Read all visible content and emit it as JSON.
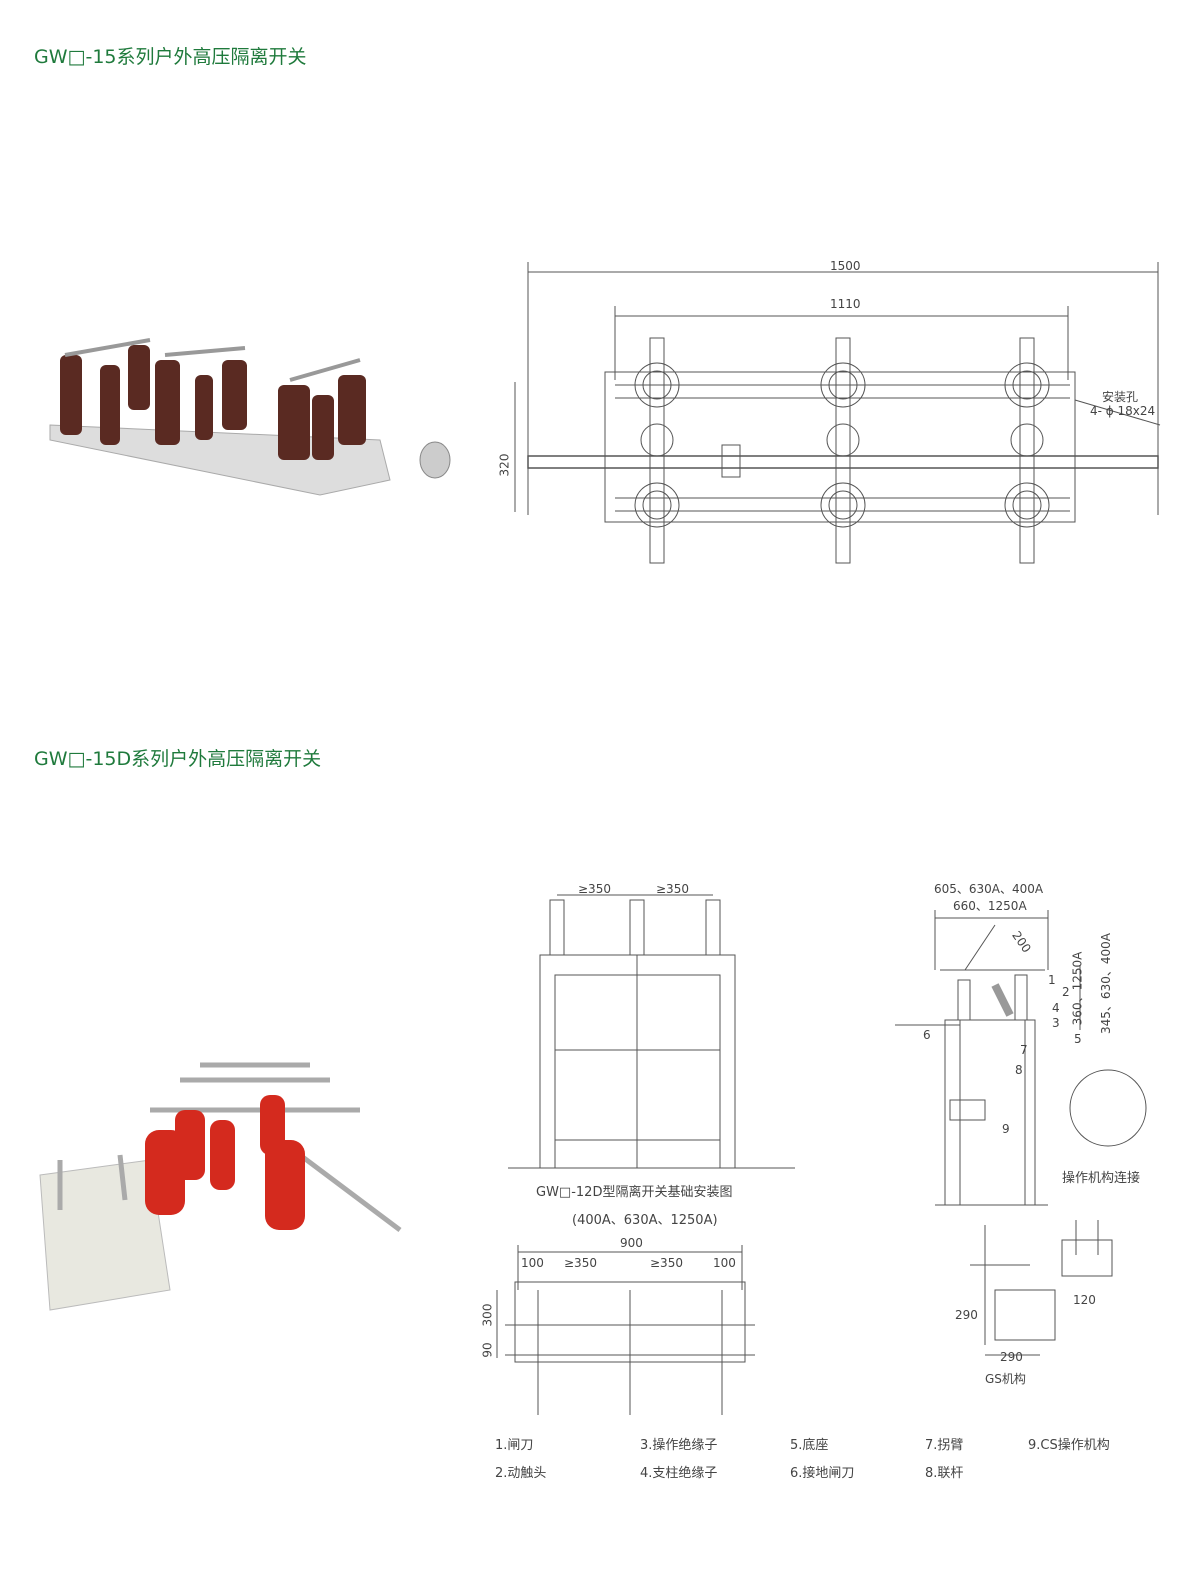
{
  "section1": {
    "title": "GW□-15系列户外高压隔离开关",
    "drawing": {
      "dim_1500": "1500",
      "dim_1110": "1110",
      "dim_320": "320",
      "hole_label": "安装孔",
      "hole_spec": "4- ϕ 18x24"
    }
  },
  "section2": {
    "title": "GW□-15D系列户外高压隔离开关",
    "front": {
      "gap1": "≥350",
      "gap2": "≥350",
      "caption": "GW□-12D型隔离开关基础安装图",
      "caption_sub": "(400A、630A、1250A)"
    },
    "plan": {
      "dim_900": "900",
      "d100a": "100",
      "d350a": "≥350",
      "d350b": "≥350",
      "d100b": "100",
      "d300": "300",
      "d90": "90"
    },
    "side": {
      "w1": "605、630A、400A",
      "w2": "660、1250A",
      "d200": "200",
      "h1": "360、1250A",
      "h2": "345、630、400A",
      "callouts": [
        "1",
        "2",
        "3",
        "4",
        "5",
        "6",
        "7",
        "8",
        "9"
      ],
      "detail_label": "操作机构连接"
    },
    "gs": {
      "d290a": "290",
      "d290b": "290",
      "d120": "120",
      "label": "GS机构"
    },
    "legend": [
      "1.闸刀",
      "2.动触头",
      "3.操作绝缘子",
      "4.支柱绝缘子",
      "5.底座",
      "6.接地闸刀",
      "7.拐臂",
      "8.联杆",
      "9.CS操作机构"
    ]
  }
}
